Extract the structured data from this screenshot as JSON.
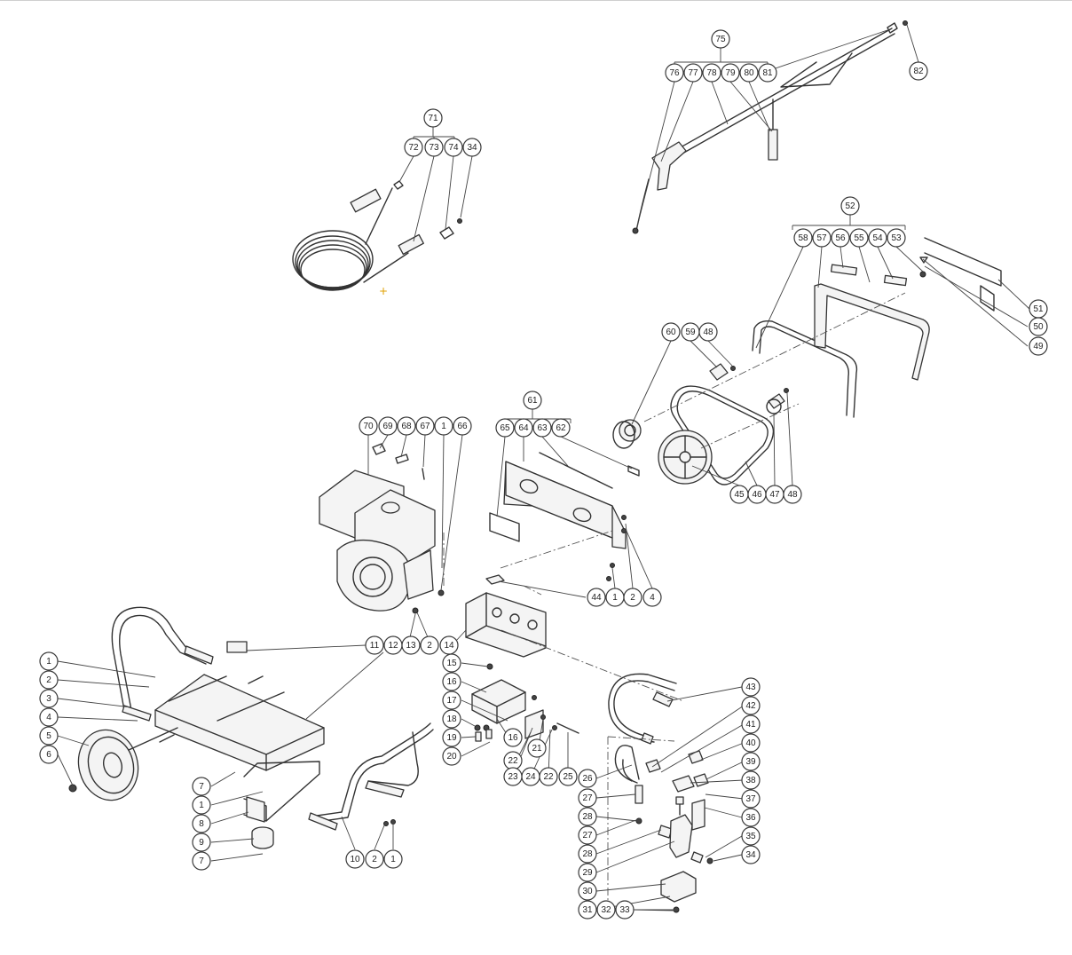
{
  "colors": {
    "line": "#333333",
    "balloon_stroke": "#3a3a3a",
    "background": "#ffffff",
    "marker": "#e0a000"
  },
  "groups": [
    {
      "id": "g71",
      "label": "71",
      "children": [
        "72",
        "73",
        "74",
        "34"
      ]
    },
    {
      "id": "g75",
      "label": "75",
      "children": [
        "76",
        "77",
        "78",
        "79",
        "80",
        "81"
      ]
    },
    {
      "id": "g52",
      "label": "52",
      "children": [
        "58",
        "57",
        "56",
        "55",
        "54",
        "53"
      ]
    },
    {
      "id": "g61",
      "label": "61",
      "children": [
        "65",
        "64",
        "63",
        "62"
      ]
    }
  ],
  "balloons": [
    "71",
    "72",
    "73",
    "74",
    "34",
    "75",
    "76",
    "77",
    "78",
    "79",
    "80",
    "81",
    "82",
    "52",
    "58",
    "57",
    "56",
    "55",
    "54",
    "53",
    "51",
    "50",
    "49",
    "60",
    "59",
    "48",
    "45",
    "46",
    "47",
    "48",
    "61",
    "65",
    "64",
    "63",
    "62",
    "70",
    "69",
    "68",
    "67",
    "1",
    "66",
    "44",
    "1",
    "2",
    "4",
    "11",
    "12",
    "13",
    "2",
    "14",
    "1",
    "2",
    "3",
    "4",
    "5",
    "6",
    "15",
    "16",
    "17",
    "18",
    "19",
    "16",
    "20",
    "21",
    "22",
    "24",
    "22",
    "25",
    "23",
    "7",
    "1",
    "8",
    "9",
    "7",
    "10",
    "2",
    "1",
    "43",
    "42",
    "41",
    "40",
    "39",
    "38",
    "37",
    "36",
    "35",
    "34",
    "26",
    "27",
    "28",
    "27",
    "28",
    "29",
    "30",
    "31",
    "32",
    "33"
  ]
}
